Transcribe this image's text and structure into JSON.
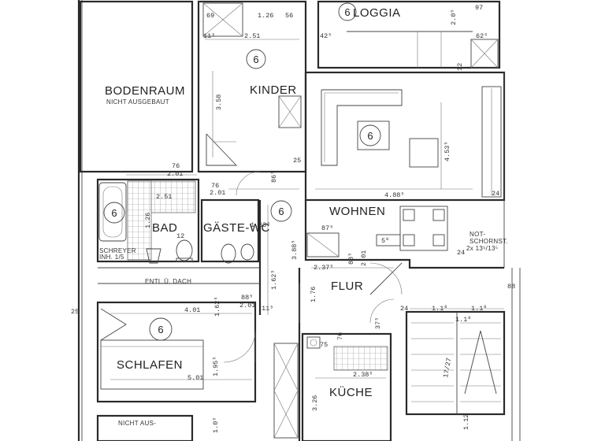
{
  "rooms": {
    "loggia": "LOGGIA",
    "bodenraum": "BODENRAUM",
    "bodenraum_note": "NICHT AUSGEBAUT",
    "kinder": "KINDER",
    "wohnen": "WOHNEN",
    "bad": "BAD",
    "gaeste_wc": "GÄSTE-WC",
    "flur": "FLUR",
    "schlafen": "SCHLAFEN",
    "kueche": "KÜCHE",
    "nicht_aus": "NICHT AUS-"
  },
  "notes": {
    "schreyer": "SCHREYER",
    "schreyer_sub": "INH. 1/5",
    "entl": "ENTL.Ü. DACH",
    "notschornst": "NOT-",
    "notschornst2": "SCHORNST.",
    "notschornst_dim": "2x 13⁵/13⁵"
  },
  "circle_marker": "6",
  "dimensions": {
    "d_69": "69",
    "d_126": "1.26",
    "d_56": "56",
    "d_097": "97",
    "d_115a": "11⁵",
    "d_251a": "2.51",
    "d_425": "42⁵",
    "d_625": "62⁵",
    "d_205": "2.0⁵",
    "d_12a": "12",
    "d_358": "3.58",
    "d_4535": "4.53⁵",
    "d_76a": "76",
    "d_201a": "2.01",
    "d_76b": "76",
    "d_201b": "2.01",
    "d_251b": "2.51",
    "d_865": "86⁵",
    "d_25": "25",
    "d_4885": "4.88⁵",
    "d_24a": "24",
    "d_1126": "1.26",
    "d_12b": "12",
    "d_1635": "1.63⁵",
    "d_875": "87⁵",
    "d_50": "5⁰",
    "d_885a": "88⁵",
    "d_201c": "2.01",
    "d_3885": "3.88⁵",
    "d_24b": "24",
    "d_1625a": "1.62⁵",
    "d_176": "1.76",
    "d_2375": "2.37⁵",
    "d_885b": "88⁵",
    "d_201d": "2.01",
    "d_401": "4.01",
    "d_25b": "25",
    "d_1625b": "1.62⁵",
    "d_115b": "11⁵",
    "d_375": "37⁵",
    "d_24c": "24",
    "d_110a": "1.1⁰",
    "d_110b": "1.1⁰",
    "d_110c": "1.1⁰",
    "d_75": "75",
    "d_76c": "76",
    "d_2385": "2.38⁵",
    "d_1955": "1.95⁵",
    "d_501": "5.01",
    "d_326": "3.26",
    "d_112": "1.12",
    "d_105": "1.0⁵",
    "d_88": "88",
    "d_stairs": "17/27"
  }
}
